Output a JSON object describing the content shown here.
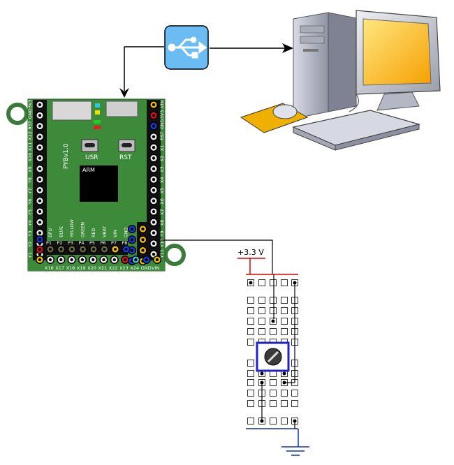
{
  "board": {
    "name": "PYBv1.0",
    "chip_label": "ARM",
    "usr_label": "USR",
    "rst_label": "RST",
    "left_pins": [
      "Y1",
      "Y2",
      "Y3",
      "Y4",
      "Y5",
      "Y6",
      "Y7",
      "Y8",
      "X9",
      "X10",
      "X11",
      "X12",
      "RST",
      "GND",
      "3V3"
    ],
    "right_pins": [
      "VIN",
      "3V3",
      "GND",
      "RST",
      "X1",
      "X2",
      "X3",
      "X4",
      "X5",
      "X6",
      "X7",
      "X8",
      "Y9",
      "Y10",
      "Y11",
      "Y12",
      "X4",
      "X3",
      "X2",
      "X1"
    ],
    "led_labels": [
      "DFU",
      "BLUE",
      "YELLOW",
      "GREEN",
      "RED",
      "VBAT",
      "VIN",
      "GND"
    ],
    "p_labels": [
      "P1",
      "P2",
      "P3",
      "P4",
      "P5",
      "P6",
      "P7",
      "P8"
    ],
    "bottom_labels": [
      "X16",
      "X17",
      "X18",
      "X19",
      "X20",
      "X21",
      "X22",
      "X23",
      "X24",
      "GND",
      "VIN"
    ]
  },
  "usb": {
    "icon": "usb-icon"
  },
  "computer": {
    "icon": "desktop-computer-icon"
  },
  "breadboard": {
    "supply_label": "+3.3 V"
  },
  "potentiometer": {
    "icon": "potentiometer-icon"
  },
  "ground": {
    "icon": "ground-symbol-icon"
  },
  "colors": {
    "board_green": "#3a8a3a",
    "wire_black": "#000000",
    "supply_red": "#e00000",
    "ground_blue": "#1030c0",
    "usb_blue": "#66b8f0",
    "pot_blue": "#2020d0"
  }
}
